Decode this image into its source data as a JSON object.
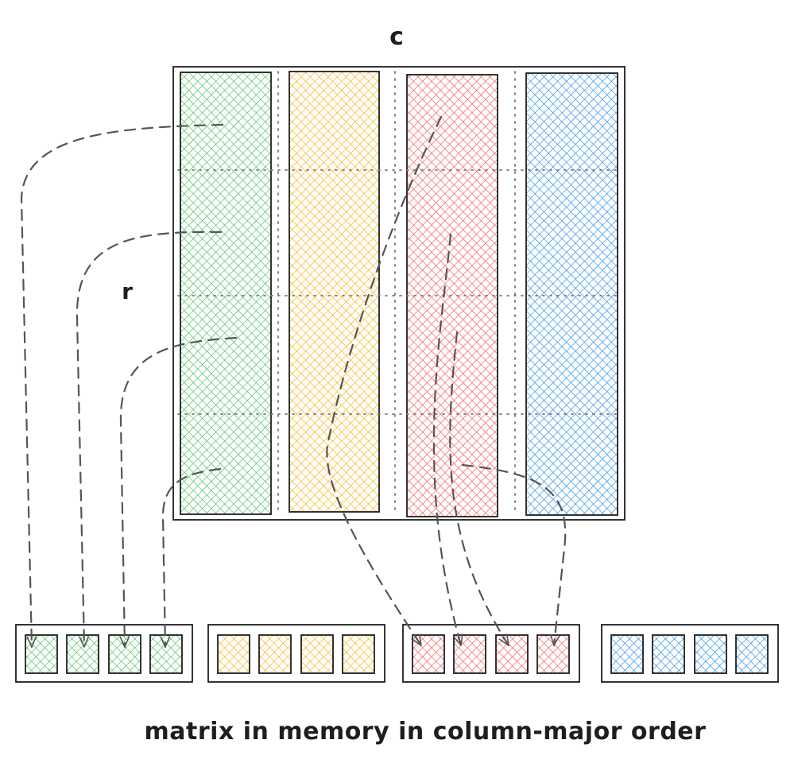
{
  "labels": {
    "columns": "c",
    "rows": "r",
    "caption": "matrix in memory in column-major order"
  },
  "colors": {
    "green": "#40c057",
    "yellow": "#fab005",
    "red": "#fa5252",
    "blue": "#228be6",
    "stroke": "#1e1e1e",
    "arrow": "#555555",
    "grid": "#777777"
  },
  "matrix": {
    "rows": 4,
    "columns": [
      {
        "name": "column-green",
        "color_key": "green"
      },
      {
        "name": "column-yellow",
        "color_key": "yellow"
      },
      {
        "name": "column-red",
        "color_key": "red"
      },
      {
        "name": "column-blue",
        "color_key": "blue"
      }
    ]
  },
  "memory": {
    "groups": [
      {
        "name": "memory-group-green",
        "color_key": "green",
        "cells": 4
      },
      {
        "name": "memory-group-yellow",
        "color_key": "yellow",
        "cells": 4
      },
      {
        "name": "memory-group-red",
        "color_key": "red",
        "cells": 4
      },
      {
        "name": "memory-group-blue",
        "color_key": "blue",
        "cells": 4
      }
    ]
  }
}
